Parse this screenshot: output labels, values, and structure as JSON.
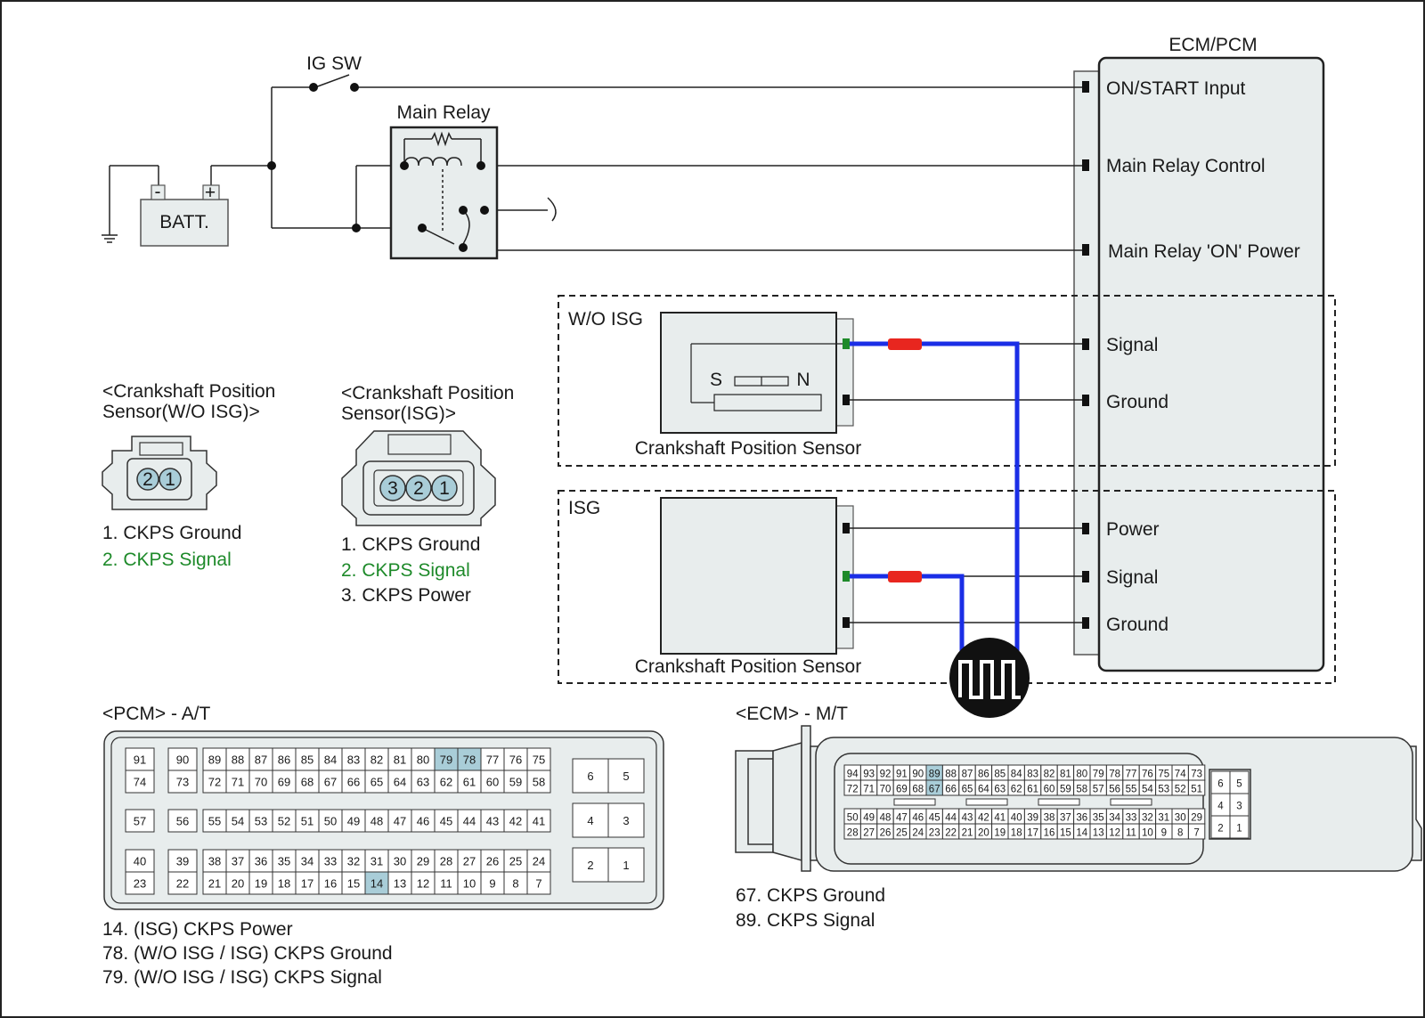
{
  "ecm": {
    "title": "ECM/PCM",
    "on_start": "ON/START Input",
    "main_relay_control": "Main Relay Control",
    "main_relay_on_power": "Main Relay 'ON' Power",
    "signal_wo": "Signal",
    "ground_wo": "Ground",
    "power_isg": "Power",
    "signal_isg": "Signal",
    "ground_isg": "Ground"
  },
  "top": {
    "ig_sw": "IG SW",
    "main_relay": "Main Relay",
    "batt": "BATT.",
    "minus": "-",
    "plus": "+"
  },
  "wo_isg": {
    "title": "W/O ISG",
    "sensor_label": "Crankshaft Position Sensor",
    "s": "S",
    "n": "N"
  },
  "isg": {
    "title": "ISG",
    "sensor_label": "Crankshaft Position Sensor"
  },
  "conn_wo": {
    "title1": "<Crankshaft Position",
    "title2": "Sensor(W/O ISG)>",
    "pins": [
      "2",
      "1"
    ],
    "legend": [
      "1. CKPS Ground",
      "2. CKPS Signal"
    ]
  },
  "conn_isg": {
    "title1": "<Crankshaft Position",
    "title2": "Sensor(ISG)>",
    "pins": [
      "3",
      "2",
      "1"
    ],
    "legend": [
      "1. CKPS Ground",
      "2. CKPS Signal",
      "3. CKPS Power"
    ]
  },
  "pcm": {
    "title": "<PCM> - A/T",
    "small_top": [
      "91",
      "74",
      "90",
      "73"
    ],
    "row1": [
      "89",
      "88",
      "87",
      "86",
      "85",
      "84",
      "83",
      "82",
      "81",
      "80",
      "79",
      "78",
      "77",
      "76",
      "75"
    ],
    "row2": [
      "72",
      "71",
      "70",
      "69",
      "68",
      "67",
      "66",
      "65",
      "64",
      "63",
      "62",
      "61",
      "60",
      "59",
      "58"
    ],
    "small_mid": [
      "57",
      "56"
    ],
    "row3": [
      "55",
      "54",
      "53",
      "52",
      "51",
      "50",
      "49",
      "48",
      "47",
      "46",
      "45",
      "44",
      "43",
      "42",
      "41"
    ],
    "small_bot": [
      "40",
      "23",
      "39",
      "22"
    ],
    "row4": [
      "38",
      "37",
      "36",
      "35",
      "34",
      "33",
      "32",
      "31",
      "30",
      "29",
      "28",
      "27",
      "26",
      "25",
      "24"
    ],
    "row5": [
      "21",
      "20",
      "19",
      "18",
      "17",
      "16",
      "15",
      "14",
      "13",
      "12",
      "11",
      "10",
      "9",
      "8",
      "7"
    ],
    "right": [
      "6",
      "5",
      "4",
      "3",
      "2",
      "1"
    ],
    "legend": [
      "14. (ISG) CKPS Power",
      "78. (W/O ISG / ISG) CKPS Ground",
      "79. (W/O ISG / ISG) CKPS Signal"
    ],
    "highlight": [
      "79",
      "78",
      "14"
    ]
  },
  "ecm_conn": {
    "title": "<ECM> - M/T",
    "row1": [
      "94",
      "93",
      "92",
      "91",
      "90",
      "89",
      "88",
      "87",
      "86",
      "85",
      "84",
      "83",
      "82",
      "81",
      "80",
      "79",
      "78",
      "77",
      "76",
      "75",
      "74",
      "73"
    ],
    "row2": [
      "72",
      "71",
      "70",
      "69",
      "68",
      "67",
      "66",
      "65",
      "64",
      "63",
      "62",
      "61",
      "60",
      "59",
      "58",
      "57",
      "56",
      "55",
      "54",
      "53",
      "52",
      "51"
    ],
    "row3": [
      "50",
      "49",
      "48",
      "47",
      "46",
      "45",
      "44",
      "43",
      "42",
      "41",
      "40",
      "39",
      "38",
      "37",
      "36",
      "35",
      "34",
      "33",
      "32",
      "31",
      "30",
      "29"
    ],
    "row4": [
      "28",
      "27",
      "26",
      "25",
      "24",
      "23",
      "22",
      "21",
      "20",
      "19",
      "18",
      "17",
      "16",
      "15",
      "14",
      "13",
      "12",
      "11",
      "10",
      "9",
      "8",
      "7"
    ],
    "right": [
      "6",
      "5",
      "4",
      "3",
      "2",
      "1"
    ],
    "legend": [
      "67. CKPS Ground",
      "89. CKPS Signal"
    ],
    "highlight": [
      "89",
      "67"
    ]
  },
  "colors": {
    "signal_wire": "#1a2ee6",
    "connector_red": "#e8261f",
    "pin_green": "#1e8a2a",
    "highlight": "#a9cdd8",
    "panel_fill": "#e8eded",
    "signal_text": "#1e8a2a"
  }
}
